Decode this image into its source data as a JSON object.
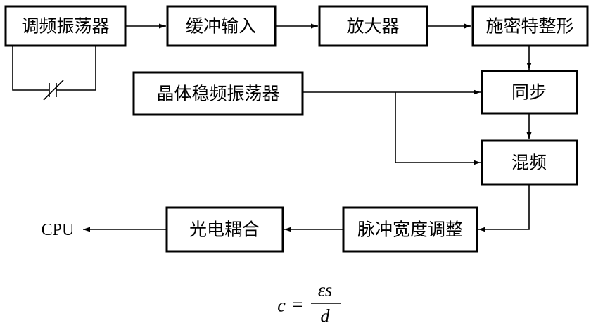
{
  "blocks": {
    "tuned_oscillator": "调频振荡器",
    "buffer_input": "缓冲输入",
    "amplifier": "放大器",
    "schmitt_trigger": "施密特整形",
    "crystal_oscillator": "晶体稳频振荡器",
    "sync": "同步",
    "mixer": "混频",
    "pulse_width_modulation": "脉冲宽度调整",
    "optocoupler": "光电耦合"
  },
  "output_label": "CPU",
  "formula": {
    "lhs": "c",
    "equals": "=",
    "numerator": "εs",
    "denominator": "d"
  }
}
